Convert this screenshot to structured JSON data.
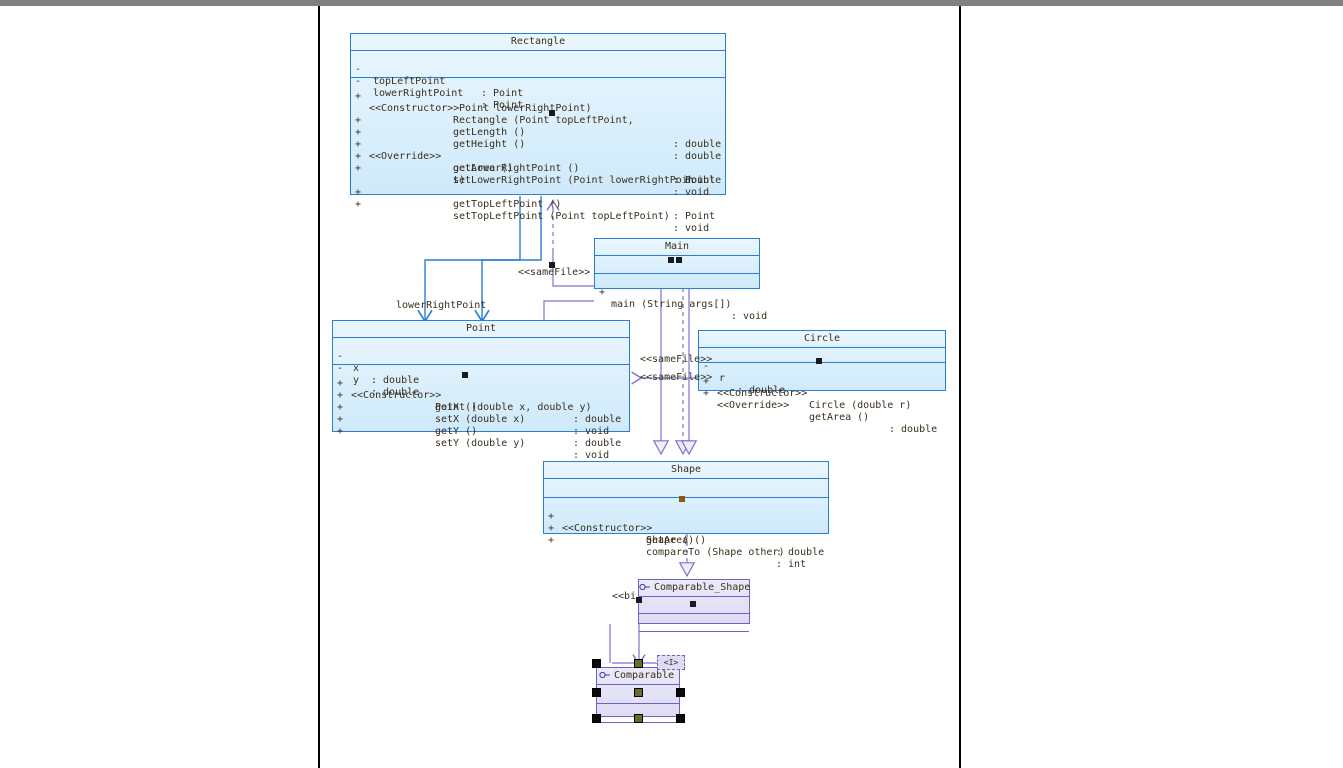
{
  "app": {
    "kind": "uml-class-diagram-editor",
    "canvas_background": "#ffffff",
    "page_rule_color": "#000000",
    "topbar_color": "#808080"
  },
  "colors": {
    "class_border": "#2a7fd4",
    "class_fill_top": "#eaf6fd",
    "class_fill_bottom": "#cfeafb",
    "interface_border": "#6b63c4",
    "interface_fill_top": "#ebeaf8",
    "interface_fill_bottom": "#dedbf3",
    "association_line": "#2a7fd4",
    "dependency_line": "#7b73cc",
    "text": "#3a2f1d"
  },
  "classes": {
    "rectangle": {
      "name": "Rectangle",
      "attributes": [
        {
          "visibility": "-",
          "stereotype": "",
          "name": "topLeftPoint",
          "type": ": Point"
        },
        {
          "visibility": "-",
          "stereotype": "",
          "name": "lowerRightPoint",
          "type": ": Point"
        }
      ],
      "operations": [
        {
          "visibility": "+",
          "stereotype": "<<Constructor>>",
          "name": "Rectangle (Point topLeftPoint,",
          "type": ""
        },
        {
          "visibility": "",
          "stereotype": "",
          "name": " Point lowerRightPoint)",
          "type": ""
        },
        {
          "visibility": "+",
          "stereotype": "",
          "name": "getLength ()",
          "type": ": double"
        },
        {
          "visibility": "+",
          "stereotype": "",
          "name": "getHeight ()",
          "type": ": double"
        },
        {
          "visibility": "+",
          "stereotype": "<<Override>>",
          "name": "getArea ()",
          "type": ": double"
        },
        {
          "visibility": "+",
          "stereotype": "",
          "name": "getLowerRightPoint ()",
          "type": ": Point"
        },
        {
          "visibility": "+",
          "stereotype": "",
          "name": "setLowerRightPoint (Point lowerRightPoin",
          "type": ": void"
        },
        {
          "visibility": "",
          "stereotype": "",
          "name": "t)",
          "type": ""
        },
        {
          "visibility": "+",
          "stereotype": "",
          "name": "getTopLeftPoint ()",
          "type": ": Point"
        },
        {
          "visibility": "+",
          "stereotype": "",
          "name": "setTopLeftPoint (Point topLeftPoint)",
          "type": ": void"
        }
      ]
    },
    "main": {
      "name": "Main",
      "attributes": [],
      "operations": [
        {
          "visibility": "+",
          "stereotype": "",
          "name": "main (String args[])",
          "type": ": void"
        }
      ]
    },
    "point": {
      "name": "Point",
      "attributes": [
        {
          "visibility": "-",
          "stereotype": "",
          "name": "x",
          "type": ": double"
        },
        {
          "visibility": "-",
          "stereotype": "",
          "name": "y",
          "type": ": double"
        }
      ],
      "operations": [
        {
          "visibility": "+",
          "stereotype": "<<Constructor>>",
          "name": "Point (double x, double y)",
          "type": ""
        },
        {
          "visibility": "+",
          "stereotype": "",
          "name": "getX ()",
          "type": ": double"
        },
        {
          "visibility": "+",
          "stereotype": "",
          "name": "setX (double x)",
          "type": ": void"
        },
        {
          "visibility": "+",
          "stereotype": "",
          "name": "getY ()",
          "type": ": double"
        },
        {
          "visibility": "+",
          "stereotype": "",
          "name": "setY (double y)",
          "type": ": void"
        }
      ]
    },
    "circle": {
      "name": "Circle",
      "attributes": [
        {
          "visibility": "-",
          "stereotype": "",
          "name": "r",
          "type": ": double"
        }
      ],
      "operations": [
        {
          "visibility": "+",
          "stereotype": "<<Constructor>>",
          "name": "Circle (double r)",
          "type": ""
        },
        {
          "visibility": "+",
          "stereotype": "<<Override>>",
          "name": "getArea ()",
          "type": ": double"
        }
      ]
    },
    "shape": {
      "name": "Shape",
      "attributes": [],
      "operations": [
        {
          "visibility": "+",
          "stereotype": "<<Constructor>>",
          "name": "Shape ()",
          "type": ""
        },
        {
          "visibility": "+",
          "stereotype": "",
          "name": "getArea ()",
          "type": ": double"
        },
        {
          "visibility": "+",
          "stereotype": "",
          "name": "compareTo (Shape other)",
          "type": ": int"
        }
      ]
    },
    "comparable_shape": {
      "name": "Comparable_Shape",
      "attributes": [],
      "operations": []
    },
    "comparable": {
      "name": "Comparable",
      "attributes": [],
      "operations": []
    }
  },
  "edge_labels": {
    "lower_right_point": "lowerRightPoint",
    "same_file_main_rectangle": "<<sameFile>>",
    "same_file_circle_1": "<<sameFile>>",
    "same_file_circle_2": "<<sameFile>>",
    "binds": "<<bi"
  },
  "badges": {
    "interface_badge": "<I>"
  },
  "selection": {
    "selected_element": "Comparable",
    "handle_count": 8
  }
}
